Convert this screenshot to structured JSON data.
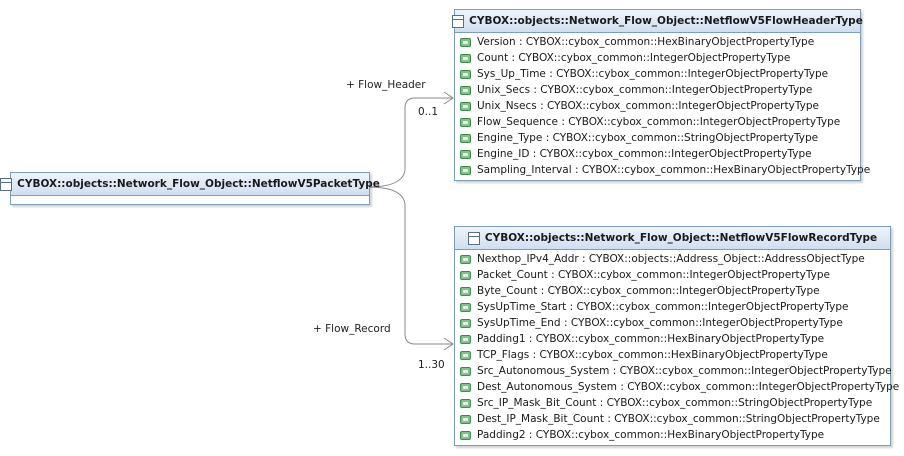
{
  "packet_class": {
    "name": "CYBOX::objects::Network_Flow_Object::NetflowV5PacketType"
  },
  "header_class": {
    "name": "CYBOX::objects::Network_Flow_Object::NetflowV5FlowHeaderType",
    "attributes": [
      "Version : CYBOX::cybox_common::HexBinaryObjectPropertyType",
      "Count : CYBOX::cybox_common::IntegerObjectPropertyType",
      "Sys_Up_Time : CYBOX::cybox_common::IntegerObjectPropertyType",
      "Unix_Secs : CYBOX::cybox_common::IntegerObjectPropertyType",
      "Unix_Nsecs : CYBOX::cybox_common::IntegerObjectPropertyType",
      "Flow_Sequence : CYBOX::cybox_common::IntegerObjectPropertyType",
      "Engine_Type : CYBOX::cybox_common::StringObjectPropertyType",
      "Engine_ID : CYBOX::cybox_common::IntegerObjectPropertyType",
      "Sampling_Interval : CYBOX::cybox_common::HexBinaryObjectPropertyType"
    ]
  },
  "record_class": {
    "name": "CYBOX::objects::Network_Flow_Object::NetflowV5FlowRecordType",
    "attributes": [
      "Nexthop_IPv4_Addr : CYBOX::objects::Address_Object::AddressObjectType",
      "Packet_Count : CYBOX::cybox_common::IntegerObjectPropertyType",
      "Byte_Count : CYBOX::cybox_common::IntegerObjectPropertyType",
      "SysUpTime_Start : CYBOX::cybox_common::IntegerObjectPropertyType",
      "SysUpTime_End : CYBOX::cybox_common::IntegerObjectPropertyType",
      "Padding1 : CYBOX::cybox_common::HexBinaryObjectPropertyType",
      "TCP_Flags : CYBOX::cybox_common::HexBinaryObjectPropertyType",
      "Src_Autonomous_System : CYBOX::cybox_common::IntegerObjectPropertyType",
      "Dest_Autonomous_System : CYBOX::cybox_common::IntegerObjectPropertyType",
      "Src_IP_Mask_Bit_Count : CYBOX::cybox_common::StringObjectPropertyType",
      "Dest_IP_Mask_Bit_Count : CYBOX::cybox_common::StringObjectPropertyType",
      "Padding2 : CYBOX::cybox_common::HexBinaryObjectPropertyType"
    ]
  },
  "associations": {
    "header_role": "+ Flow_Header",
    "header_multiplicity": "0..1",
    "record_role": "+ Flow_Record",
    "record_multiplicity": "1..30"
  },
  "colors": {
    "border": "#7f9db9",
    "header_top": "#eef4fb",
    "header_bottom": "#cfdff0",
    "attribute_icon": "#7ec48a",
    "connector": "#8a8a8a"
  },
  "icons": {
    "class": "class-icon",
    "attribute": "attribute-icon"
  }
}
